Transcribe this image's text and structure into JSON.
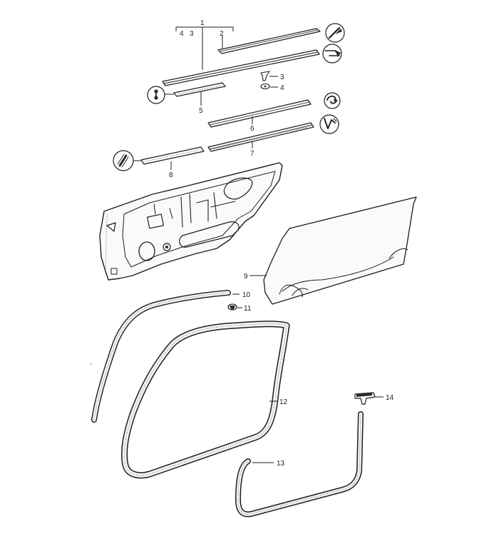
{
  "callouts": {
    "c1": "1",
    "c2": "2",
    "c3": "3",
    "c4": "4",
    "c4top": "4",
    "c3top": "3",
    "c5": "5",
    "c6": "6",
    "c7": "7",
    "c8": "8",
    "c9": "9",
    "c10": "10",
    "c11": "11",
    "c12": "12",
    "c13": "13",
    "c14": "14"
  },
  "detail_icons": [
    "molding-end-detail-icon",
    "molding-clip-detail-icon",
    "screw-detail-icon",
    "seal-hook-detail-icon",
    "seal-profile-detail-icon",
    "strip-end-detail-icon"
  ],
  "colors": {
    "ink": "#1e1e1e",
    "paper": "#ffffff"
  }
}
